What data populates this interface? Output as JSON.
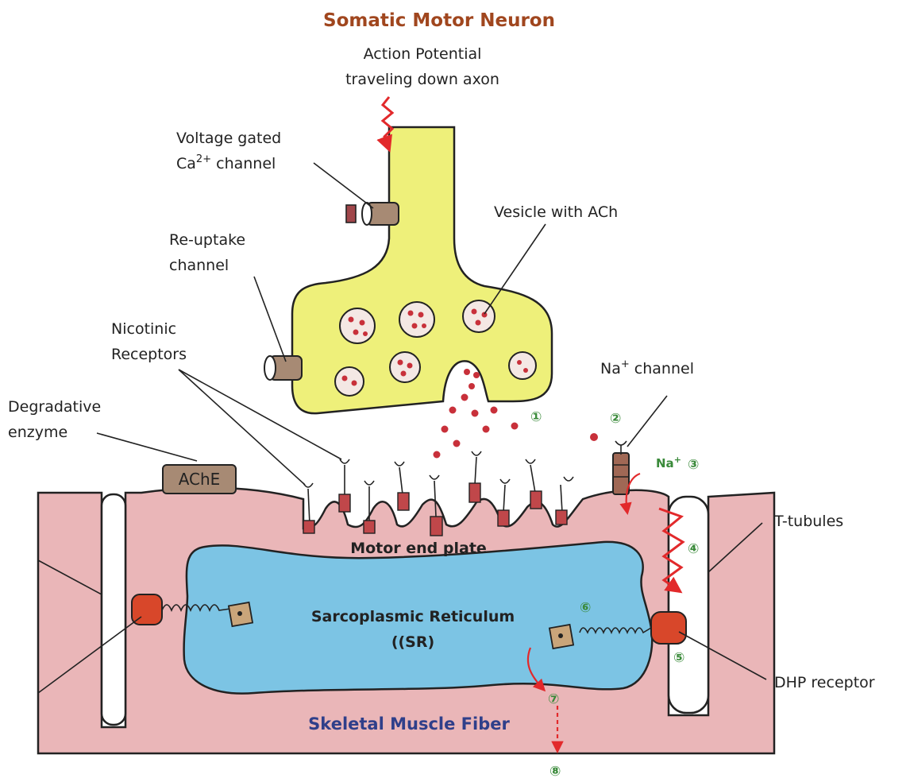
{
  "title": "Somatic Motor Neuron",
  "labels": {
    "action_potential": [
      "Action Potential",
      "traveling down axon"
    ],
    "voltage_gated": [
      "Voltage gated",
      "Ca",
      "2+",
      " channel"
    ],
    "vesicle": "Vesicle with ACh",
    "reuptake": [
      "Re-uptake",
      "channel"
    ],
    "nicotinic": [
      "Nicotinic",
      "Receptors"
    ],
    "na_channel": [
      "Na",
      "+",
      " channel"
    ],
    "degradative": [
      "Degradative",
      "enzyme"
    ],
    "ache": "AChE",
    "na_ion": [
      "Na",
      "+"
    ],
    "t_tubules": "T-tubules",
    "motor_end_plate": "Motor end plate",
    "sr": [
      "Sarcoplasmic Reticulum",
      "((SR)"
    ],
    "dhp": "DHP receptor",
    "fiber": "Skeletal Muscle Fiber"
  },
  "steps": [
    "①",
    "②",
    "③",
    "④",
    "⑤",
    "⑥",
    "⑦",
    "⑧"
  ],
  "colors": {
    "neuron": "#eef07a",
    "muscle": "#eab6b8",
    "sr": "#7cc4e4",
    "receptor": "#c0474a",
    "ach": "#c8303a",
    "dhp": "#d8472a",
    "ryr": "#c9a57a",
    "arrow": "#e2292b",
    "step": "#3a8a3a",
    "title": "#a0461e",
    "fiber_label": "#2f3f8a"
  },
  "icons": [
    "vesicle-icon",
    "ach-molecule-icon",
    "receptor-icon",
    "channel-icon",
    "lightning-arrow-icon"
  ]
}
